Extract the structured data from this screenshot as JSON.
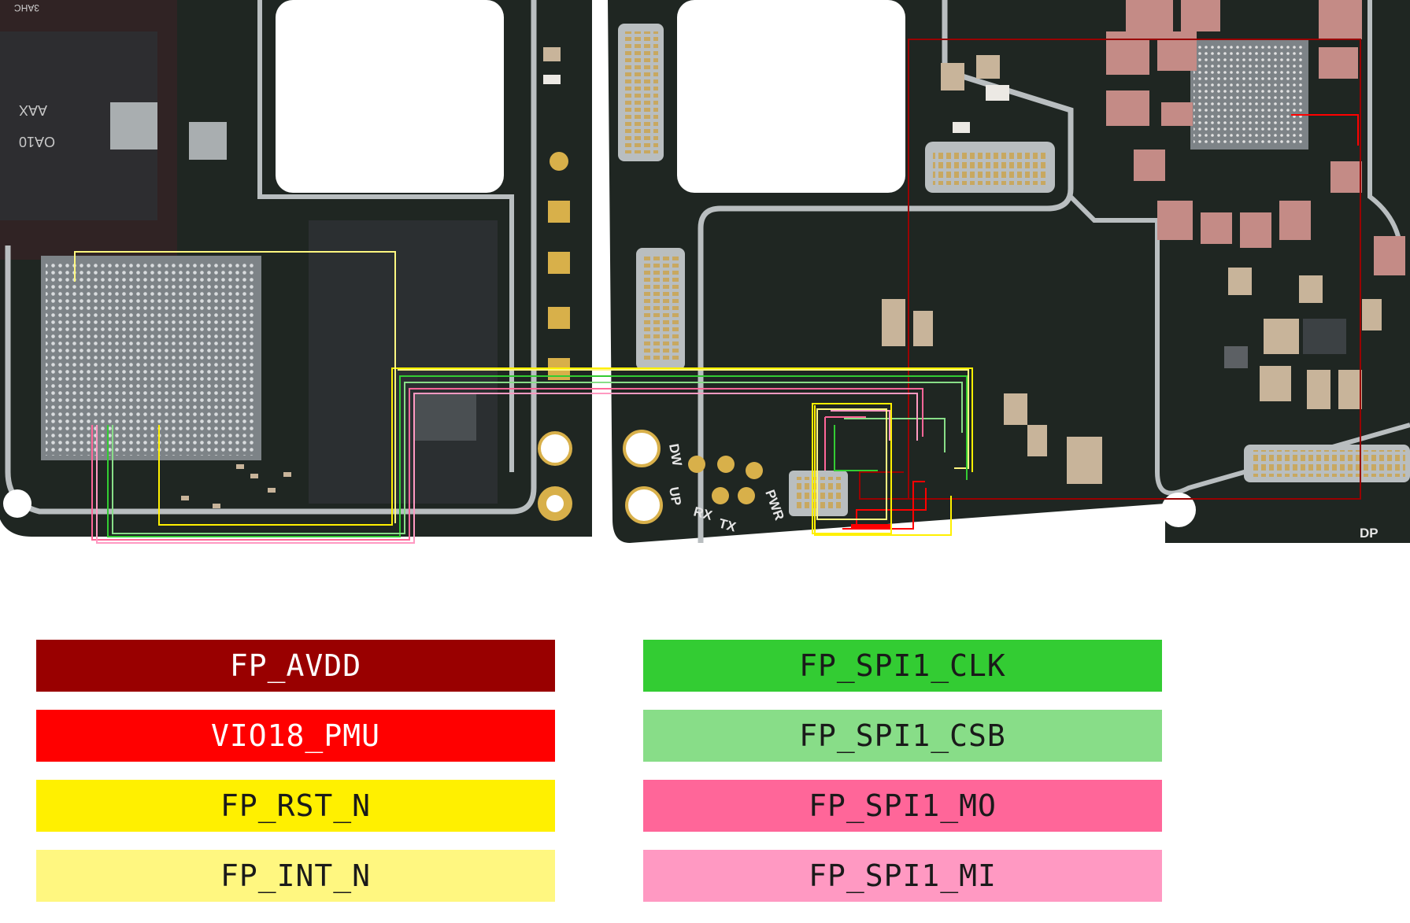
{
  "board": {
    "left_markings": [
      "3AHC",
      "AAX",
      "OA10"
    ],
    "right_markings": [
      "DW",
      "UP",
      "RX",
      "TX",
      "PWR",
      "DP"
    ],
    "colors": {
      "pcb": "#1f2622",
      "pcb_dark": "#141917",
      "silver_trace": "#b9bec0",
      "gold_pad": "#d8b04a",
      "chip_black": "#2b2f31",
      "component_beige": "#c8b49a",
      "component_pink": "#c48b86"
    }
  },
  "legend": [
    {
      "label": "FP_AVDD",
      "color": "#990000",
      "text_color": "#ffffff"
    },
    {
      "label": "FP_SPI1_CLK",
      "color": "#33cc33",
      "text_color": "#1a1a1a"
    },
    {
      "label": "VIO18_PMU",
      "color": "#ff0000",
      "text_color": "#ffffff"
    },
    {
      "label": "FP_SPI1_CSB",
      "color": "#88dd88",
      "text_color": "#1a1a1a"
    },
    {
      "label": "FP_RST_N",
      "color": "#fff000",
      "text_color": "#1a1a1a"
    },
    {
      "label": "FP_SPI1_MO",
      "color": "#ff6699",
      "text_color": "#1a1a1a"
    },
    {
      "label": "FP_INT_N",
      "color": "#fff780",
      "text_color": "#1a1a1a"
    },
    {
      "label": "FP_SPI1_MI",
      "color": "#ff99c2",
      "text_color": "#1a1a1a"
    }
  ]
}
